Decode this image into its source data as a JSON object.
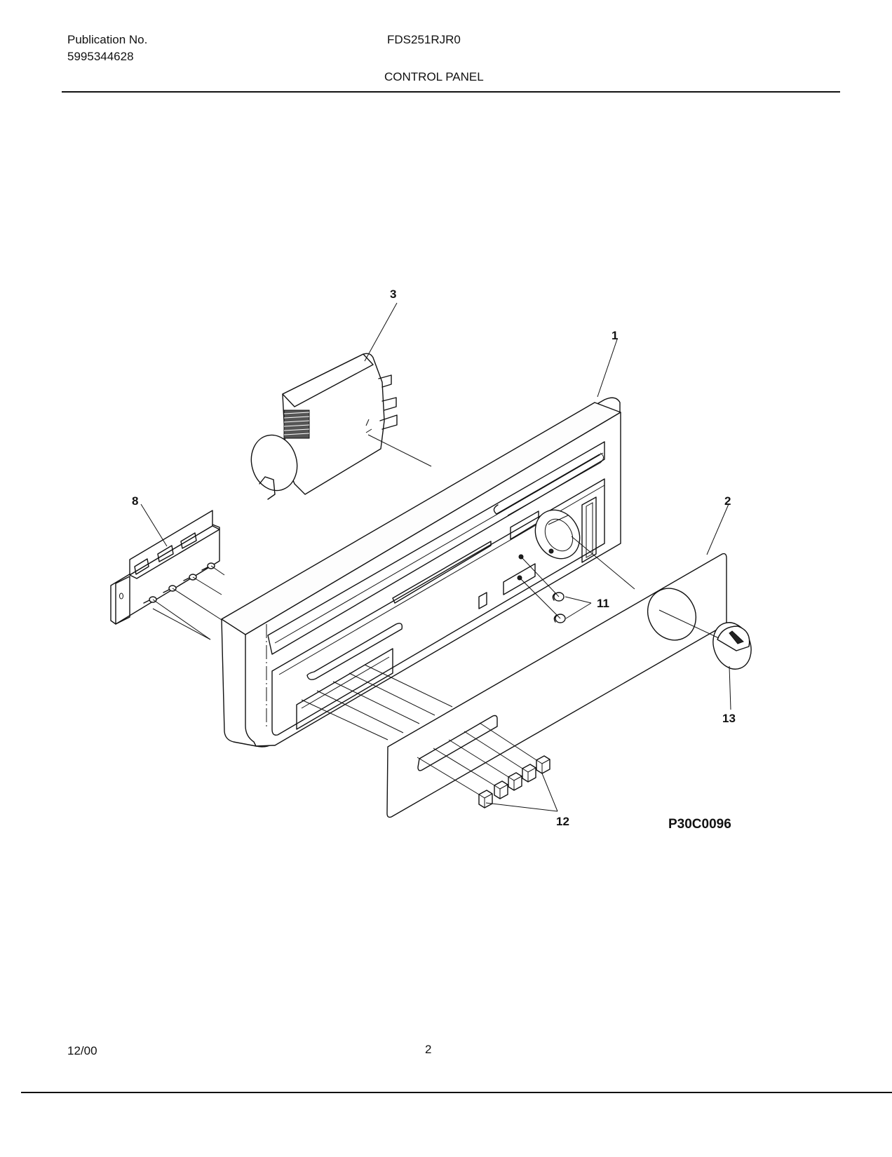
{
  "header": {
    "publication_label": "Publication No.",
    "publication_number": "5995344628",
    "model": "FDS251RJR0",
    "section_title": "CONTROL PANEL"
  },
  "diagram": {
    "callouts": {
      "part_1": "1",
      "part_2": "2",
      "part_3": "3",
      "part_8": "8",
      "part_11": "11",
      "part_12": "12",
      "part_13": "13"
    },
    "drawing_code": "P30C0096"
  },
  "footer": {
    "date": "12/00",
    "page": "2"
  }
}
